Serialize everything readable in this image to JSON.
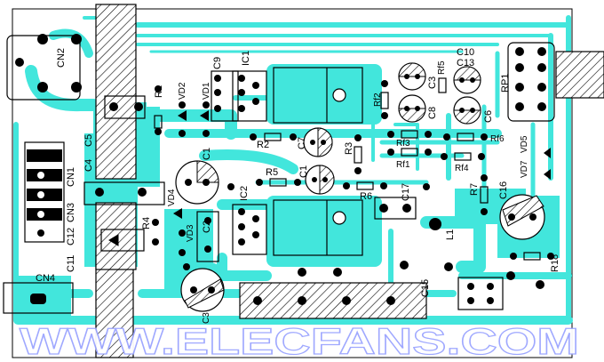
{
  "colors": {
    "copper": "#42e6dc",
    "pad": "#000000",
    "silkscreen": "#000000",
    "board": "#ffffff"
  },
  "labels": {
    "CN2": "CN2",
    "CN1": "CN1",
    "CN3": "CN3",
    "CN4": "CN4",
    "C5": "C5",
    "C4": "C4",
    "C12": "C12",
    "C11": "C11",
    "R1": "R1",
    "VD2": "VD2",
    "VD1": "VD1",
    "C9": "C9",
    "IC1": "IC1",
    "C1_top": "C1",
    "VD4": "VD4",
    "VD3": "VD3",
    "R4": "R4",
    "C2": "C2",
    "C3_bottom": "C3",
    "R2": "R2",
    "C7": "C7",
    "R3": "R3",
    "R5": "R5",
    "C1_mid": "C1",
    "IC2": "IC2",
    "R6": "R6",
    "C17": "C17",
    "C15": "C15",
    "L1": "L1",
    "Rf2": "Rf2",
    "Rf3": "Rf3",
    "Rf1": "Rf1",
    "C8": "C8",
    "C3_top": "C3",
    "Rf5": "Rf5",
    "C10": "C10",
    "C13": "C13",
    "C6": "C6",
    "Rf6": "Rf6",
    "Rf4": "Rf4",
    "RP1": "RP1",
    "R7": "R7",
    "C16": "C16",
    "VD7": "VD7",
    "VD5": "VD5",
    "R18": "R18"
  },
  "watermark": "WWW.ELECFANS.COM"
}
